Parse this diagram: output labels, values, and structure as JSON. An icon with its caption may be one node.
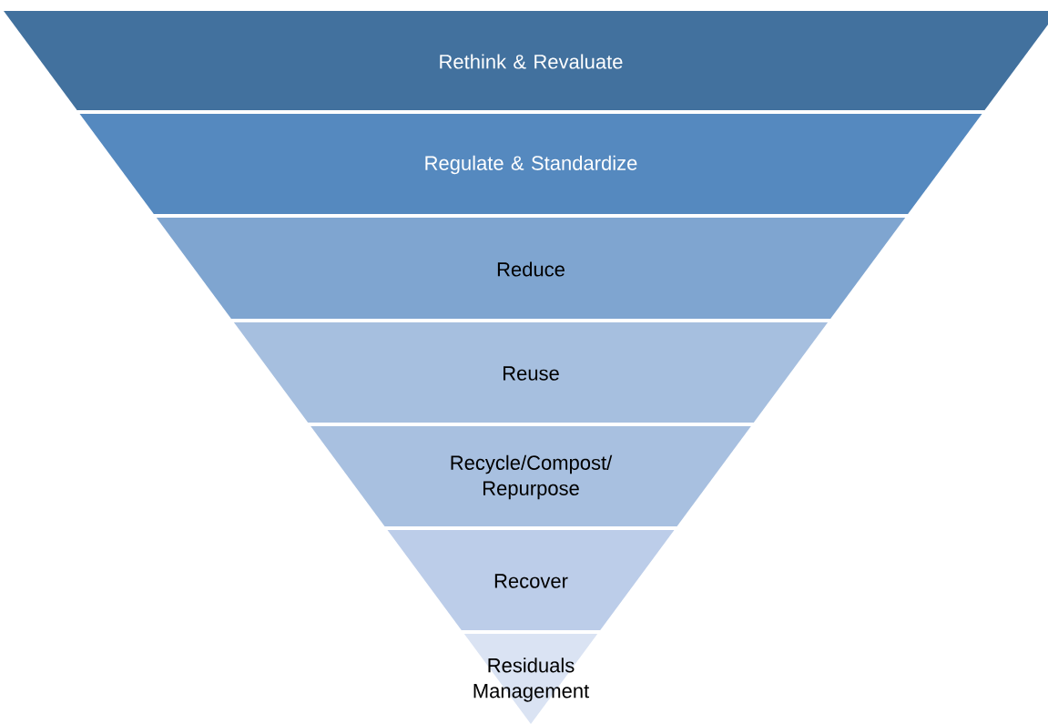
{
  "diagram": {
    "nodes": [
      {
        "text": [
          "Rethink & Revaluate"
        ]
      },
      {
        "text": [
          "Regulate & Standardize"
        ]
      },
      {
        "text": [
          "Reduce"
        ]
      },
      {
        "text": [
          "Reuse"
        ]
      },
      {
        "text": [
          "Recycle/Compost/ Repurpose"
        ]
      },
      {
        "text": [
          "Recover"
        ]
      },
      {
        "text": [
          "Residuals Management"
        ]
      }
    ]
  }
}
